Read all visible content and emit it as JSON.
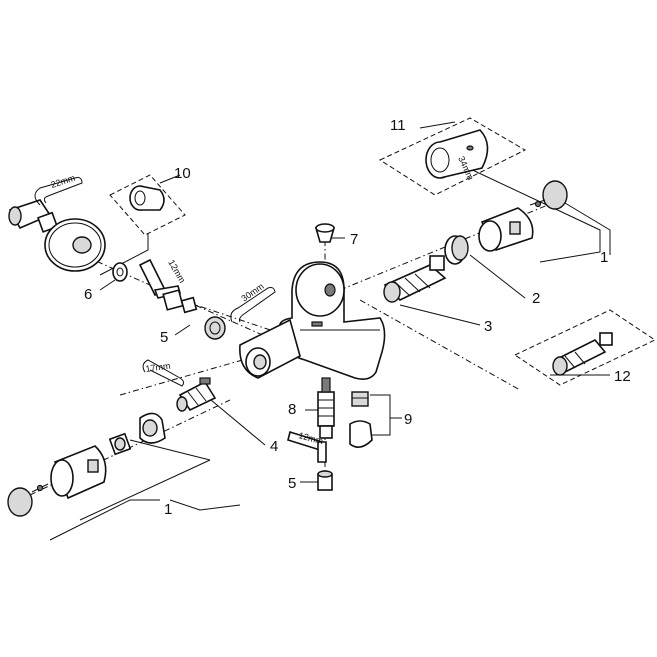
{
  "callouts": {
    "n1_right": "1",
    "n2": "2",
    "n3": "3",
    "n4": "4",
    "n5_left": "5",
    "n6": "6",
    "n7": "7",
    "n8": "8",
    "n9": "9",
    "n10": "10",
    "n11": "11",
    "n12": "12",
    "n5_bottom": "5",
    "n1_bottom": "1"
  },
  "dimensions": {
    "wrench_22": "22mm",
    "hex_12_top": "12mm",
    "wrench_30": "30mm",
    "wrench_17": "17mm",
    "hex_12_bottom": "12mm",
    "ring_34": "34mm"
  }
}
